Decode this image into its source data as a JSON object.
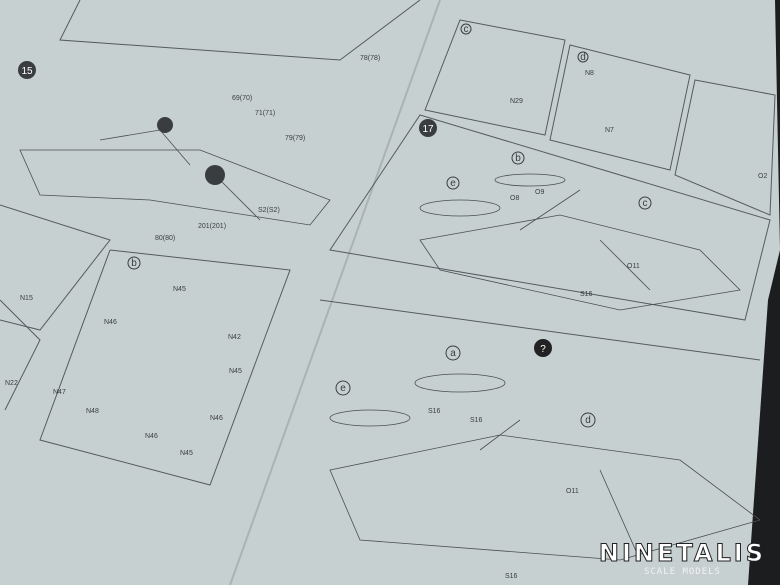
{
  "colors": {
    "paper": "#c9d2d3",
    "background": "#1c1d1f",
    "ink": "#3a3d40"
  },
  "steps": {
    "step15": "15",
    "step17": "17",
    "question": "?"
  },
  "callouts": {
    "a": "a",
    "b": "b",
    "c": "c",
    "d": "d",
    "e": "e"
  },
  "parts": {
    "left": [
      "N15",
      "N22",
      "N45",
      "N46",
      "N42",
      "N47",
      "N48",
      "N46",
      "N45",
      "N46",
      "N45",
      "80(80)",
      "201(201)",
      "S2(S2)",
      "79(79)",
      "69(70)",
      "71(71)",
      "78(78)"
    ],
    "right_top": [
      "N29",
      "N8",
      "N7",
      "O2",
      "O8",
      "O9",
      "O11",
      "S16"
    ],
    "right_bottom": [
      "S16",
      "S16",
      "O11",
      "S16"
    ]
  },
  "watermark": {
    "title": "NINETALIS",
    "subtitle": "SCALE MODELS"
  }
}
